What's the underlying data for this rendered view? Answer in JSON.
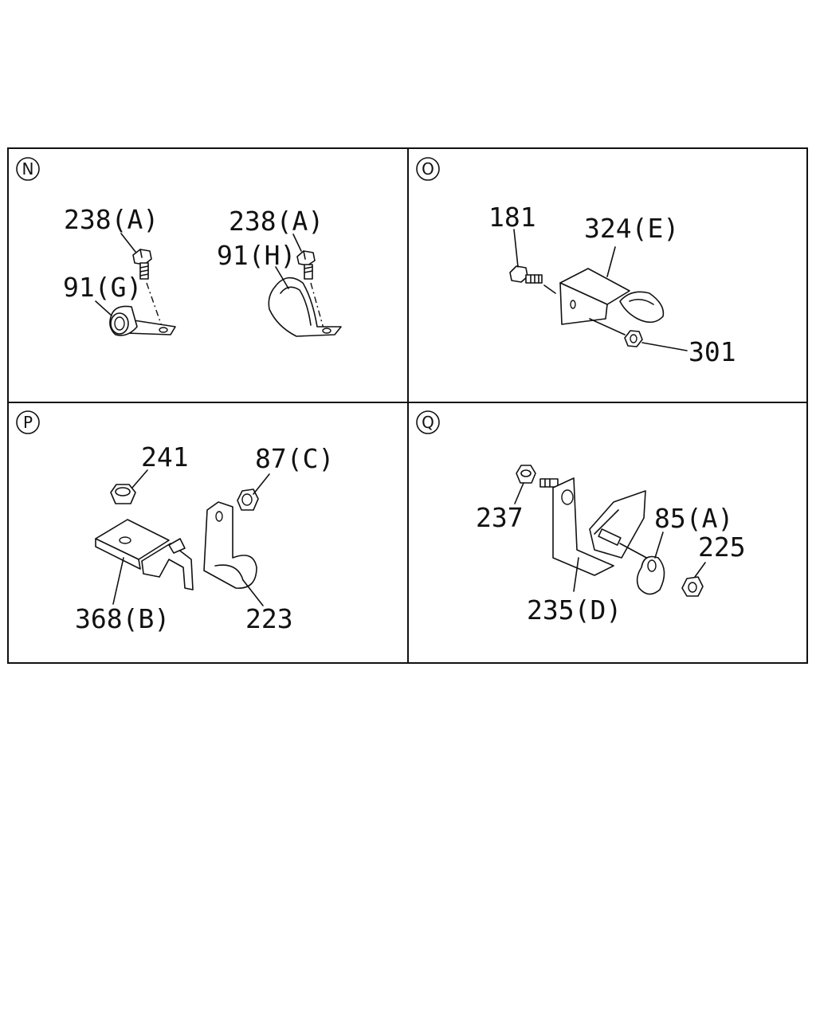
{
  "panels": {
    "n": {
      "letter": "N",
      "callouts": {
        "bolt_left": "238(A)",
        "clip_left": "91(G)",
        "bolt_right": "238(A)",
        "clip_right": "91(H)"
      }
    },
    "o": {
      "letter": "O",
      "callouts": {
        "bolt": "181",
        "bracket": "324(E)",
        "nut": "301"
      }
    },
    "p": {
      "letter": "P",
      "callouts": {
        "nut_left": "241",
        "nut_right": "87(C)",
        "bracket": "368(B)",
        "clip": "223"
      }
    },
    "q": {
      "letter": "Q",
      "callouts": {
        "nut_left": "237",
        "clip": "85(A)",
        "nut_right": "225",
        "bracket": "235(D)"
      }
    }
  }
}
